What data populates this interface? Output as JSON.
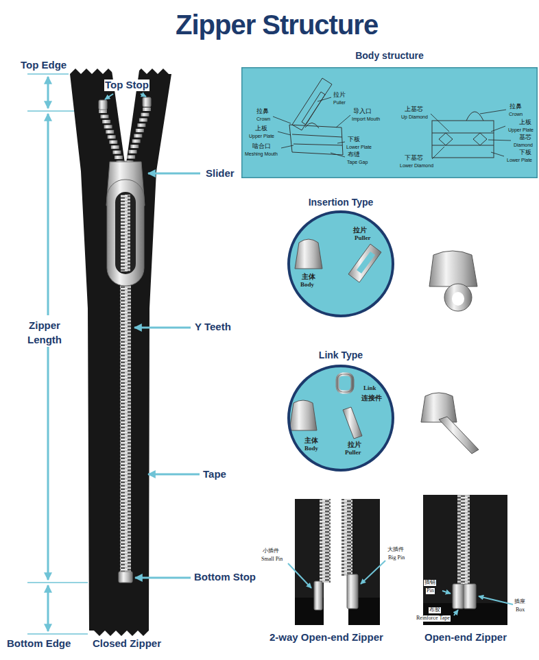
{
  "diagram": {
    "title": "Zipper Structure",
    "nodes": [
      {
        "text": [
          "Body structure"
        ]
      },
      {
        "text": [
          "Insertion Type"
        ]
      },
      {
        "text": [
          "Link Type"
        ]
      }
    ],
    "labels": [
      "Top Edge",
      "Top Stop",
      "Slider",
      "Zipper Length",
      "Y Teeth",
      "Tape",
      "Bottom Stop",
      "Bottom Edge",
      "Closed Zipper",
      "拉片",
      "Puller",
      "拉鼻",
      "Crown",
      "导入口",
      "Import Mouth",
      "上板",
      "Upper Plate",
      "下板",
      "Lower Plate",
      "啮合口",
      "Meshing Mouth",
      "布缝",
      "Tape Gap",
      "上基芯",
      "Up Diamond",
      "拉鼻",
      "Crown",
      "上板",
      "Upper Plate",
      "基芯",
      "Diamond",
      "下基芯",
      "Lower Diamond",
      "下板",
      "Lower Plate",
      "拉片",
      "Puller",
      "主体",
      "Body",
      "Link",
      "连接件",
      "主体",
      "Body",
      "拉片",
      "Puller",
      "小插件",
      "Small Pin",
      "大插件",
      "Big Pin",
      "2-way Open-end Zipper",
      "插销",
      "Pin",
      "布胶",
      "Reinforce Tape",
      "插座",
      "Box",
      "Open-end Zipper"
    ]
  }
}
